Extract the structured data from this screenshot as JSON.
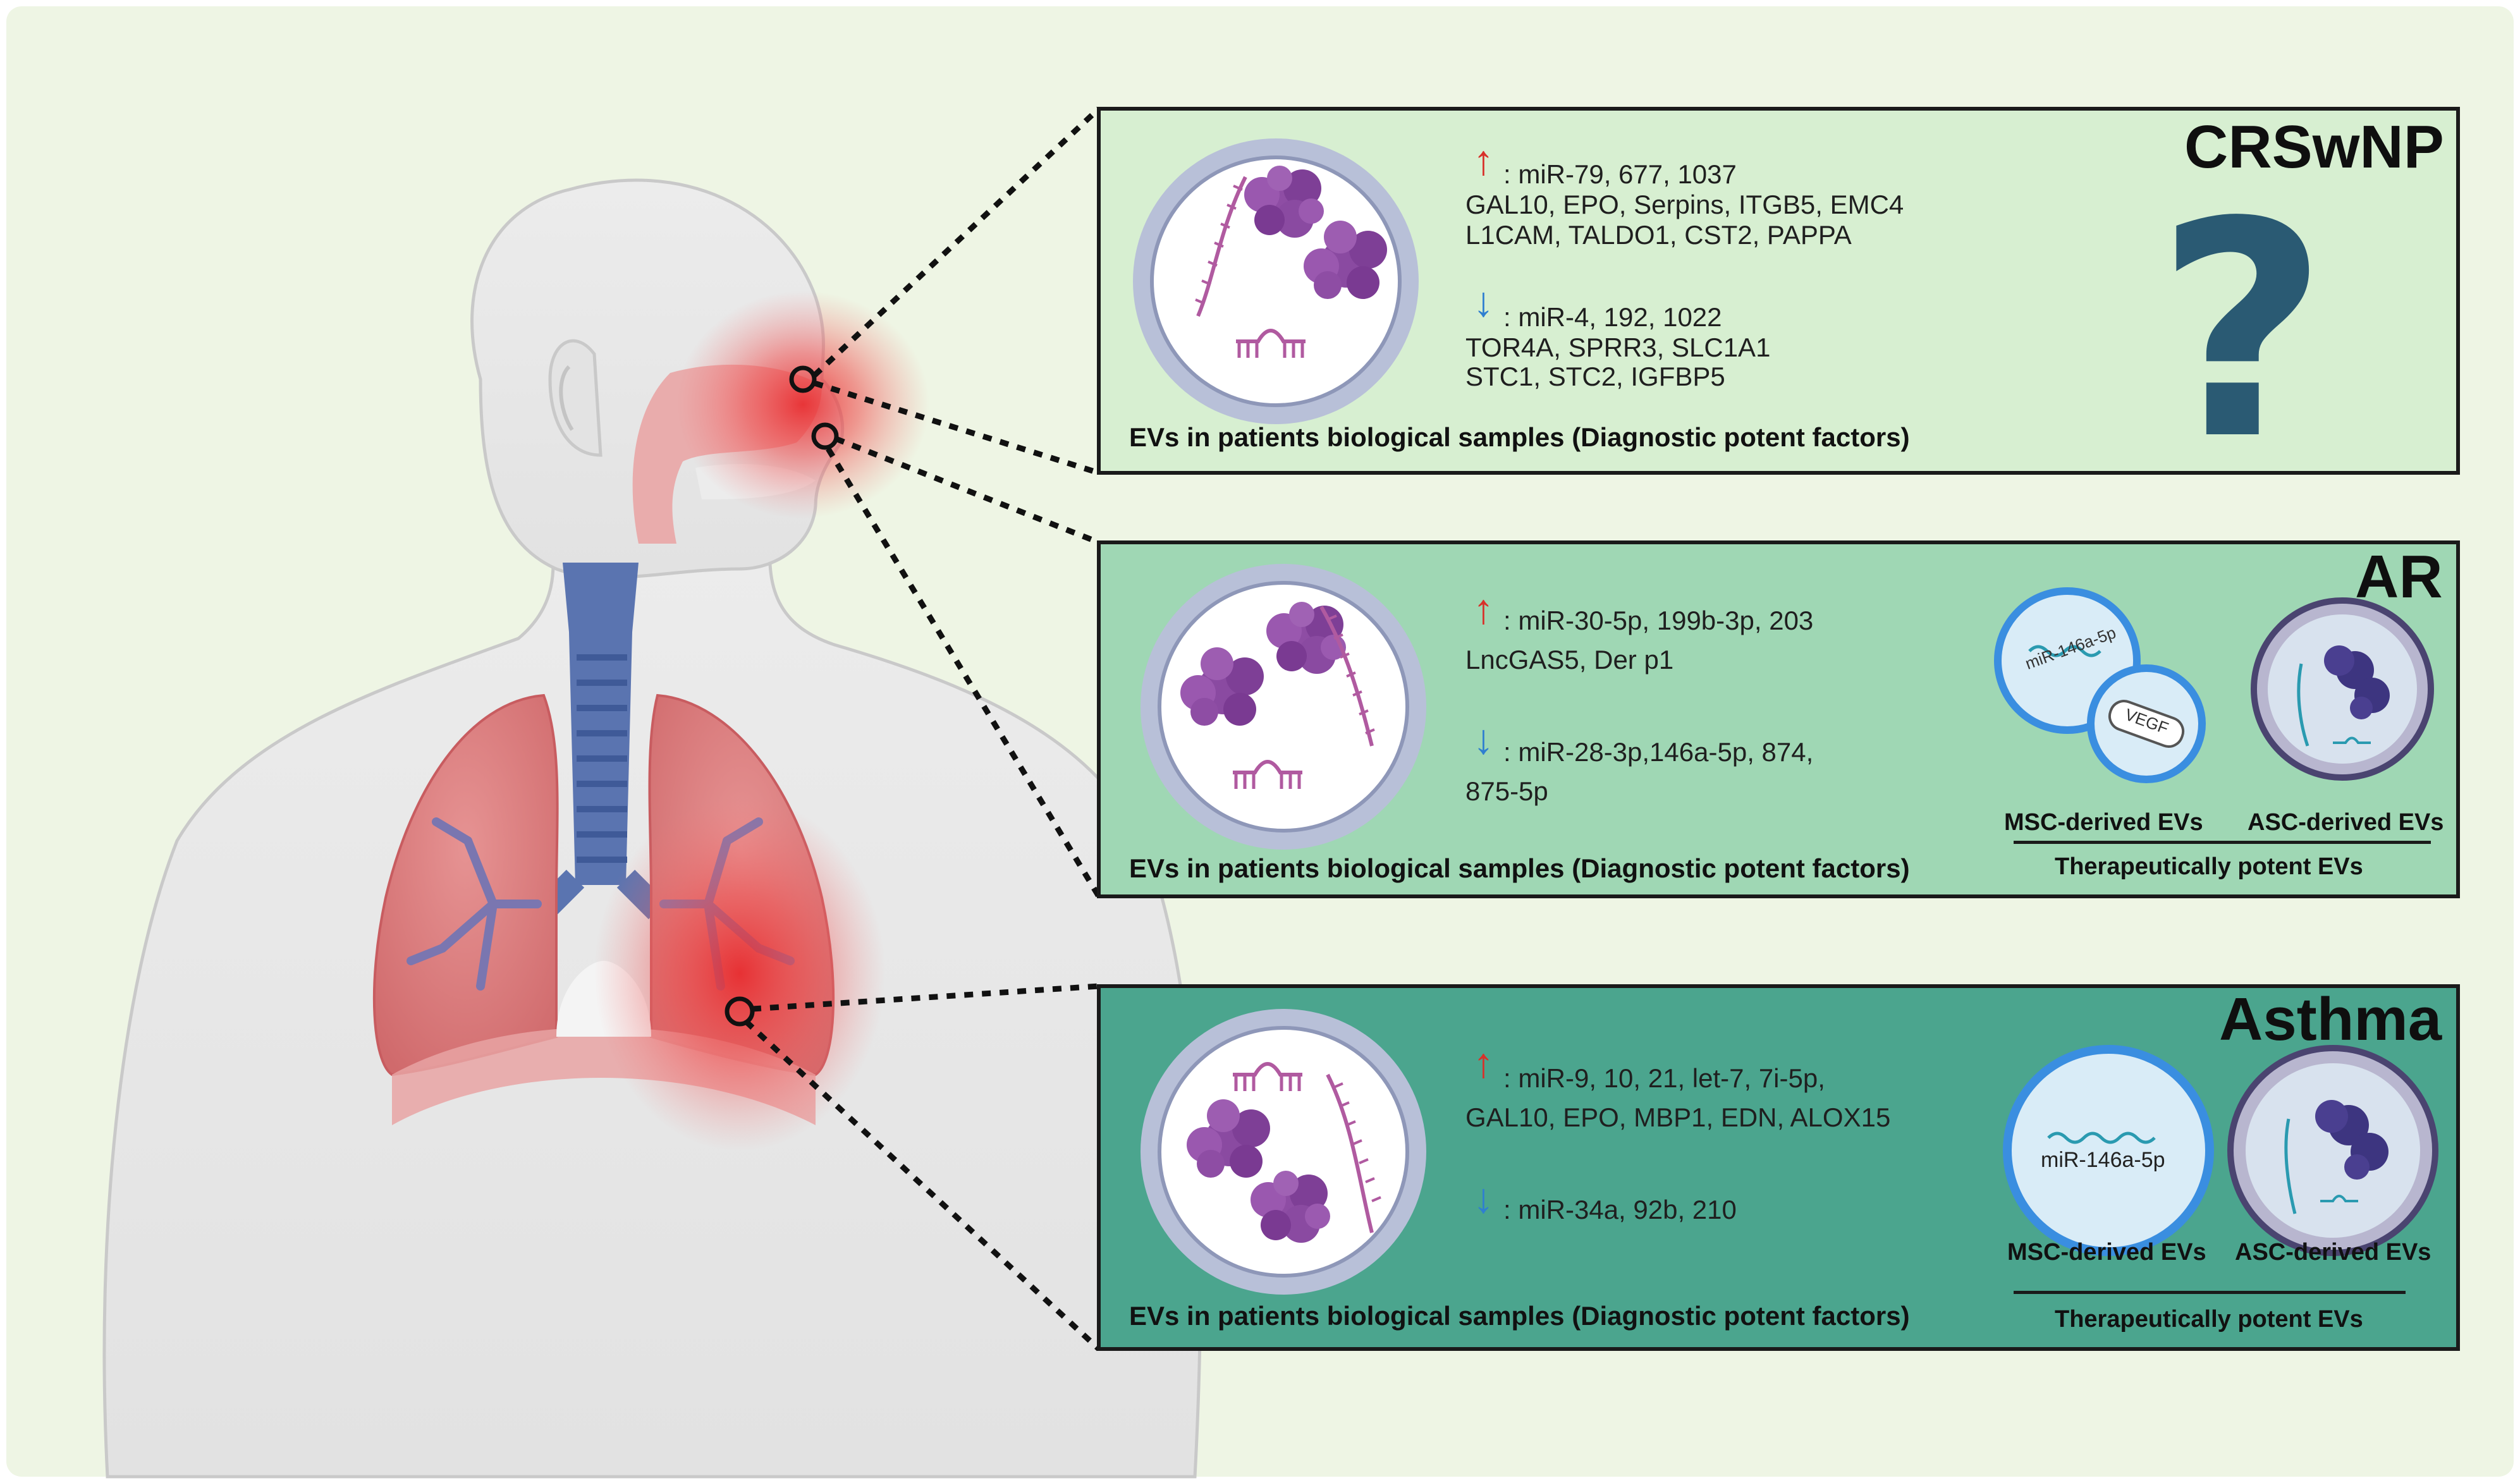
{
  "colors": {
    "background": "#eef5e4",
    "panel_crswnp": "#d7efd1",
    "panel_ar": "#9fd7b4",
    "panel_asthma": "#4ba58e",
    "up_arrow": "#d8312a",
    "down_arrow": "#2f7fd0",
    "question_mark": "#2a5a73",
    "inflammation": "#e8282b"
  },
  "panels": {
    "crswnp": {
      "title": "CRSwNP",
      "up_lines": [
        ": miR-79, 677, 1037",
        "GAL10, EPO, Serpins, ITGB5, EMC4",
        "L1CAM, TALDO1, CST2, PAPPA"
      ],
      "down_lines": [
        ": miR-4, 192, 1022",
        "TOR4A, SPRR3, SLC1A1",
        "STC1, STC2, IGFBP5"
      ],
      "caption": "EVs in patients biological samples (Diagnostic potent factors)",
      "side_symbol": "?"
    },
    "ar": {
      "title": "AR",
      "up_lines": [
        ": miR-30-5p, 199b-3p, 203",
        "LncGAS5, Der p1"
      ],
      "down_lines": [
        ": miR-28-3p,146a-5p, 874,",
        "875-5p"
      ],
      "caption": "EVs in patients biological samples (Diagnostic potent factors)",
      "msc_vesicle_label": "miR-146a-5p",
      "vegf_label": "VEGF",
      "msc_label": "MSC-derived EVs",
      "asc_label": "ASC-derived EVs",
      "therapeutic_label": "Therapeutically potent EVs"
    },
    "asthma": {
      "title": "Asthma",
      "up_lines": [
        ": miR-9, 10, 21, let-7, 7i-5p,",
        "GAL10, EPO, MBP1, EDN, ALOX15"
      ],
      "down_lines": [
        ": miR-34a, 92b, 210"
      ],
      "caption": "EVs in patients biological samples (Diagnostic potent factors)",
      "msc_vesicle_label": "miR-146a-5p",
      "msc_label": "MSC-derived EVs",
      "asc_label": "ASC-derived EVs",
      "therapeutic_label": "Therapeutically potent EVs"
    }
  }
}
